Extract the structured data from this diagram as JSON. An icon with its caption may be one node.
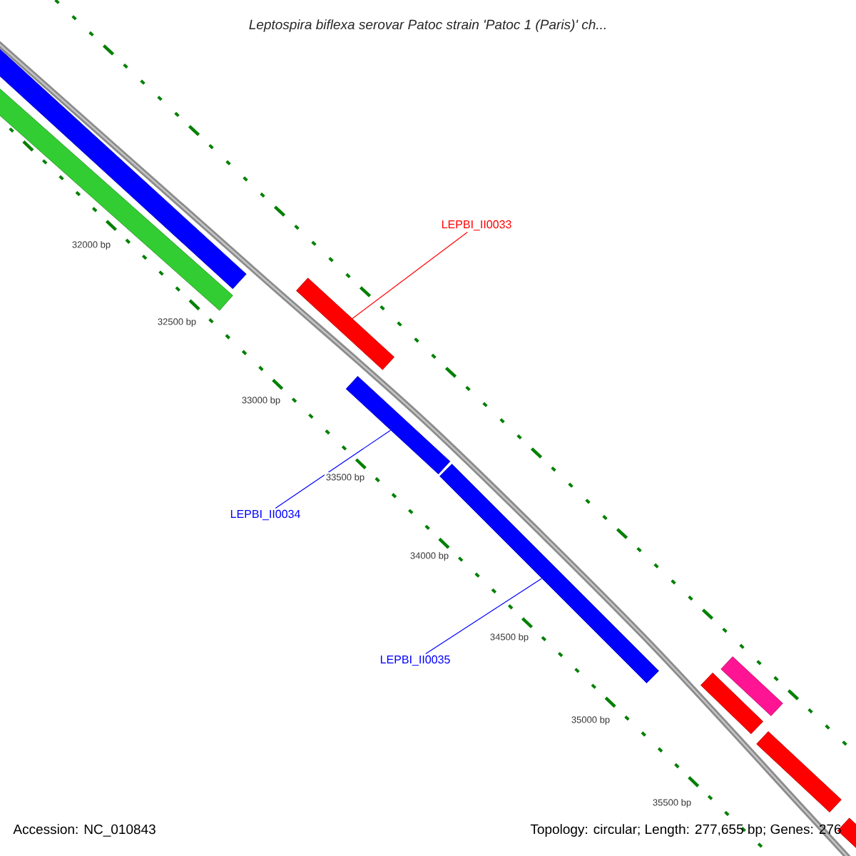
{
  "diagram": {
    "title": "*Leptospira biflexa* serovar Patoc strain 'Patoc 1 (Paris)' ch...",
    "nodes": [
      {
        "text": [],
        "shape": "bar"
      },
      {
        "text": [],
        "shape": "bar"
      },
      {
        "text": [
          "LEPBI_II0033"
        ]
      },
      {
        "text": [],
        "shape": "bar"
      },
      {
        "text": [],
        "shape": "bar"
      },
      {
        "text": [
          "LEPBI_II0034"
        ]
      },
      {
        "text": [],
        "shape": "bar"
      },
      {
        "text": [
          "LEPBI_II0035"
        ]
      },
      {
        "text": [],
        "shape": "bar"
      },
      {
        "text": [],
        "shape": "bar"
      },
      {
        "text": [],
        "shape": "bar"
      },
      {
        "text": [],
        "shape": "bar"
      }
    ],
    "edges": [
      {
        "from": 2,
        "to": 3,
        "arrow": "none",
        "color": "#ff0000"
      },
      {
        "from": 5,
        "to": 4,
        "arrow": "none"
      },
      {
        "from": 7,
        "to": 6,
        "arrow": "none"
      }
    ],
    "labels": [
      "32000 bp",
      "32500 bp",
      "33000 bp",
      "33500 bp",
      "34000 bp",
      "34500 bp",
      "35000 bp",
      "35500 bp",
      "Accession: NC_010843",
      "Topology: circular; Length: 277,655 bp; Genes: 276"
    ]
  }
}
